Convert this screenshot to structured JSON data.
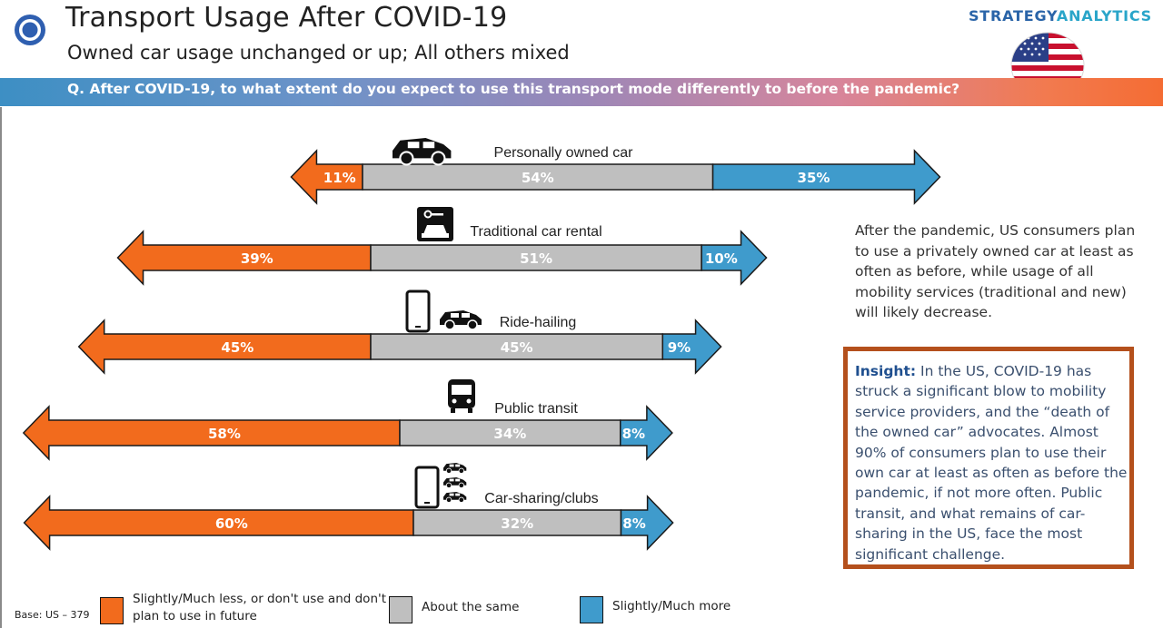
{
  "header": {
    "title": "Transport Usage After COVID-19",
    "subtitle": "Owned car usage unchanged or up; All others mixed",
    "brand_part1": "STRATEGY",
    "brand_part2": "ANALYTICS",
    "question": "Q. After COVID-19, to what extent do you expect to use this transport mode differently to before the pandemic?"
  },
  "colors": {
    "less": "#f26b1d",
    "same": "#bfbfbf",
    "more": "#3f9bcc",
    "outline": "#1a1a1a"
  },
  "chart_data": {
    "type": "bar",
    "stacked": true,
    "unit": "%",
    "categories": [
      "Personally owned car",
      "Traditional car rental",
      "Ride-hailing",
      "Public transit",
      "Car-sharing/clubs"
    ],
    "category_icons": [
      "car-icon",
      "car-rental-icon",
      "phone-car-icon",
      "bus-icon",
      "phone-multi-car-icon"
    ],
    "series": [
      {
        "name": "Slightly/Much less, or don't use and don't plan to use in future",
        "key": "less",
        "values": [
          11,
          39,
          45,
          58,
          60
        ]
      },
      {
        "name": "About the same",
        "key": "same",
        "values": [
          54,
          51,
          45,
          34,
          32
        ]
      },
      {
        "name": "Slightly/Much more",
        "key": "more",
        "values": [
          35,
          10,
          9,
          8,
          8
        ]
      }
    ],
    "value_labels": [
      [
        "11%",
        "54%",
        "35%"
      ],
      [
        "39%",
        "51%",
        "10%"
      ],
      [
        "45%",
        "45%",
        "9%"
      ],
      [
        "58%",
        "34%",
        "8%"
      ],
      [
        "60%",
        "32%",
        "8%"
      ]
    ],
    "legend_placement": "bottom",
    "grid": false
  },
  "legend": {
    "less": "Slightly/Much less, or don't use and don't plan to use in future",
    "same": "About the same",
    "more": "Slightly/Much more"
  },
  "note": "After the pandemic, US consumers plan to use a privately owned car at least as often as before, while usage of all mobility services (traditional and new) will likely decrease.",
  "insight": {
    "label": "Insight:",
    "text": " In the US, COVID-19 has struck a significant blow to mobility service providers, and the “death of the owned car” advocates. Almost 90% of consumers plan to use their own car at least as often as before the pandemic, if not more often.  Public transit, and what remains of car-sharing in the US, face the most significant challenge."
  },
  "base": "Base: US – 379"
}
